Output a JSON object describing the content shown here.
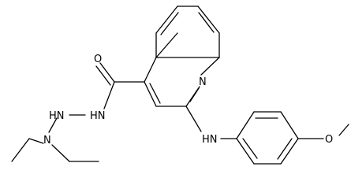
{
  "molecule": {
    "labels": {
      "carbonyl_oxygen": "O",
      "ring_nitrogen": "N",
      "hydrazide_nh": "HN",
      "hydrazine_nh": "HN",
      "diethylamino_n": "N",
      "aniline_nh": "HN",
      "methoxy_o": "O"
    }
  }
}
